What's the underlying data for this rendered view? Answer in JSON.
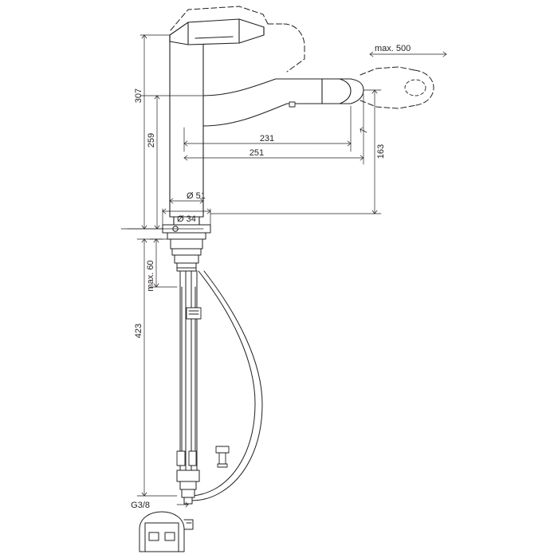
{
  "diagram": {
    "title": "Kitchen mixer tap technical dimension drawing",
    "line_color": "#231f20",
    "fill_color": "#ffffff",
    "dimensions": {
      "height_total": "307",
      "height_spout": "259",
      "reach_inner": "231",
      "reach_outer": "251",
      "spout_height": "163",
      "pull_out_reach": "max. 500",
      "spout_diameter": "Ø 51",
      "base_diameter": "Ø 34",
      "deck_thickness": "max. 60",
      "hose_length": "423",
      "connection_thread": "G3/8"
    }
  }
}
